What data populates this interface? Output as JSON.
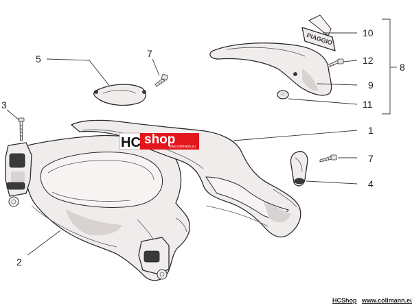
{
  "callouts": {
    "c1": "1",
    "c2": "2",
    "c3": "3",
    "c4": "4",
    "c5": "5",
    "c7a": "7",
    "c7b": "7",
    "c8": "8",
    "c9": "9",
    "c10": "10",
    "c11": "11",
    "c12": "12"
  },
  "watermark": {
    "hc": "HC",
    "shop": "shop",
    "sub": "www.collmann.eu"
  },
  "sticker": {
    "text": "PIAGGIO"
  },
  "footer": {
    "brand": "HCShop",
    "url": "www.collmann.eu"
  },
  "colors": {
    "logo_red": "#e3161b",
    "line": "#2a2a2a",
    "fill": "#f1ecec"
  }
}
